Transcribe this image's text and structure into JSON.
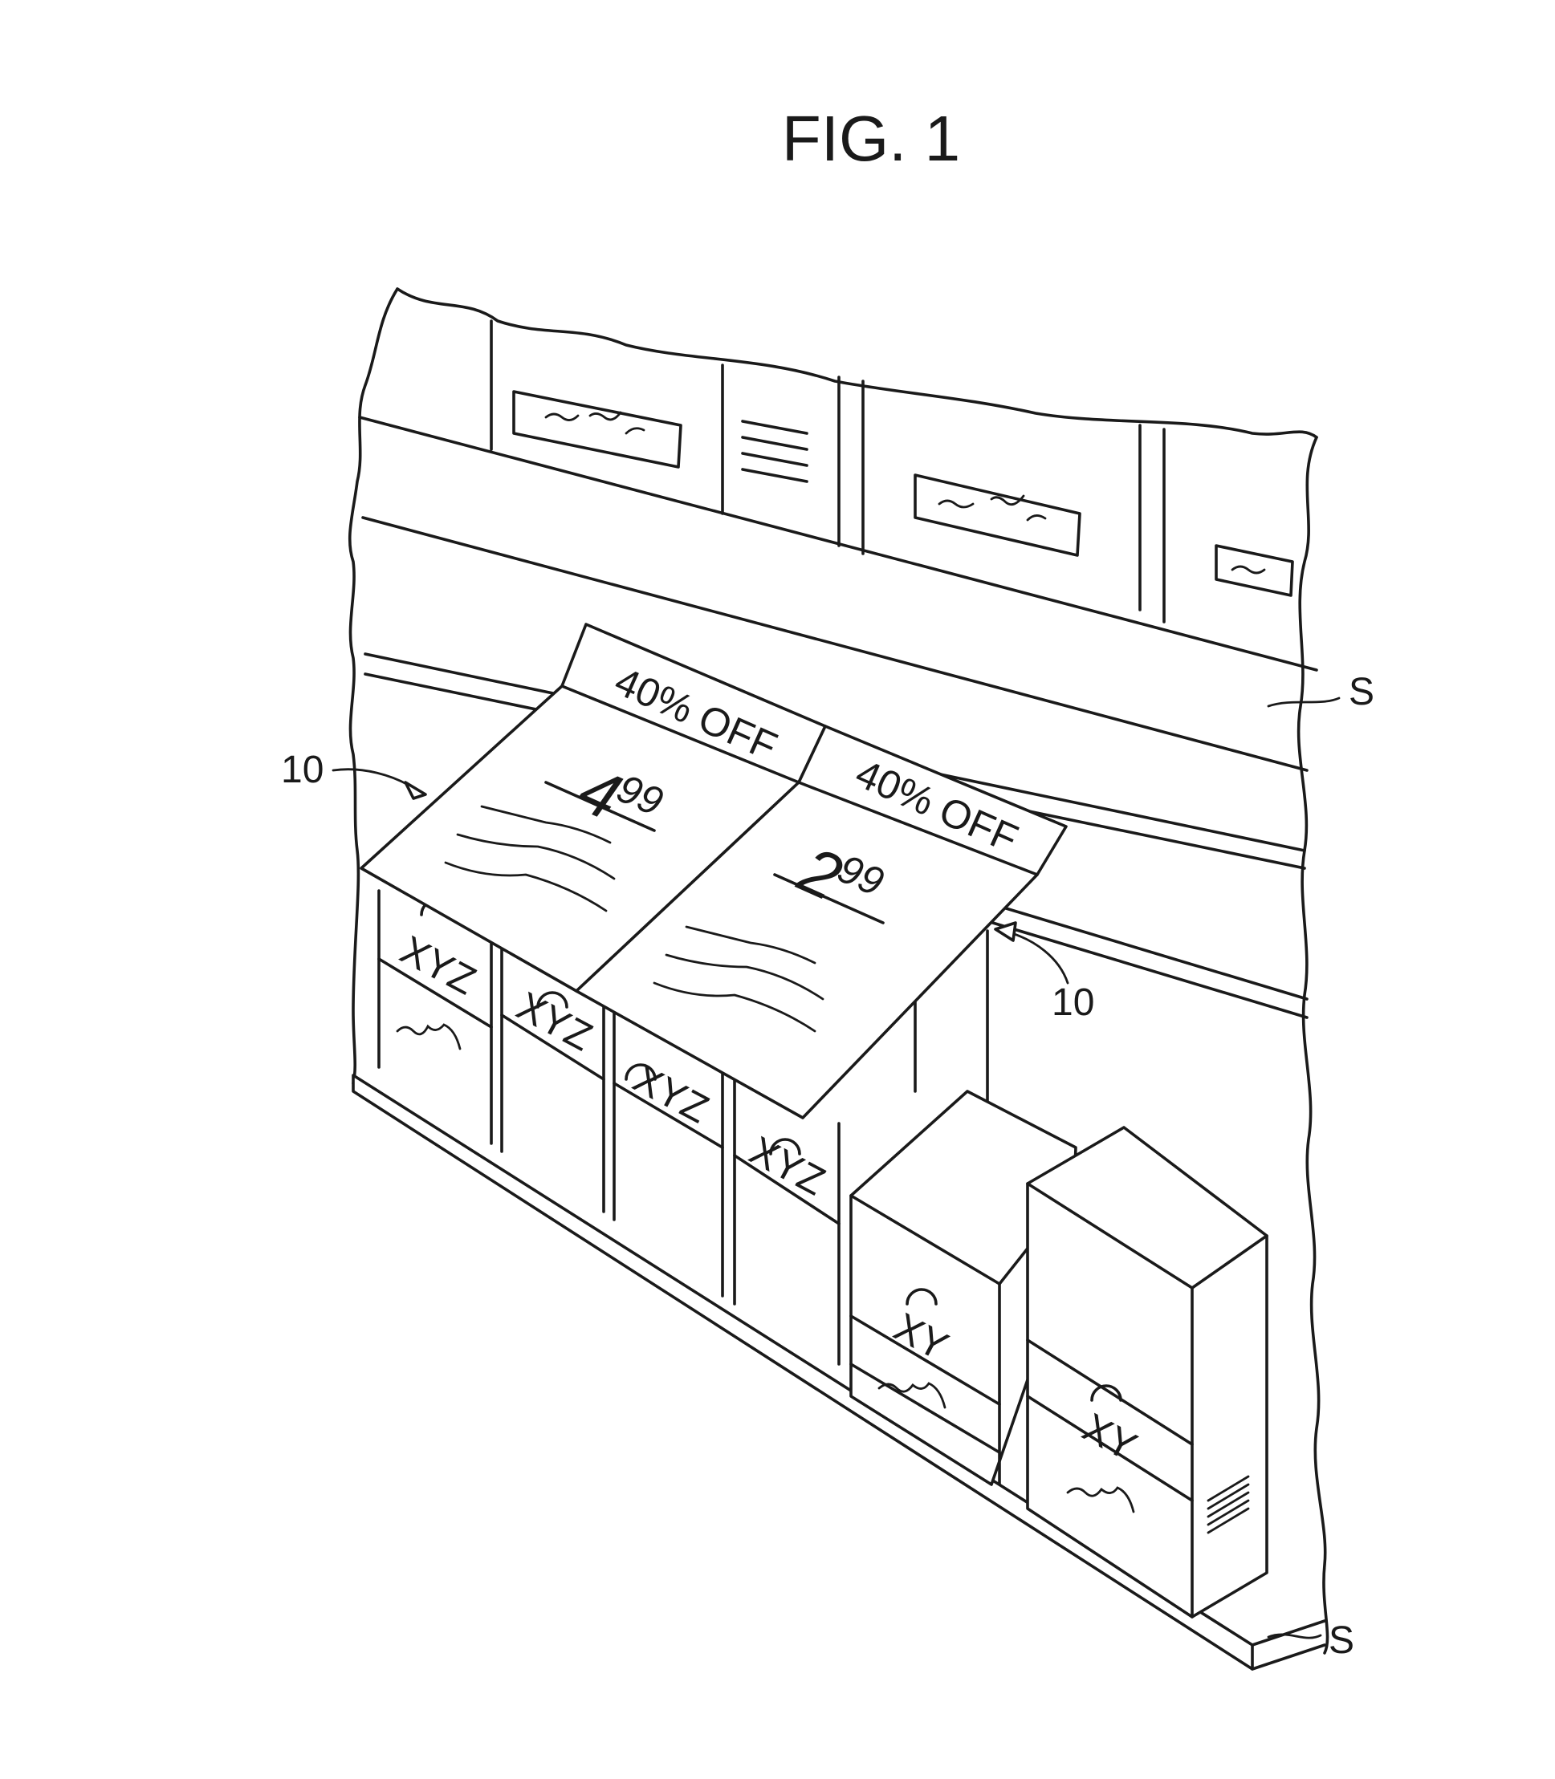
{
  "figure": {
    "title": "FIG. 1",
    "reference_labels": {
      "sign_left": "10",
      "sign_right": "10",
      "shelf_upper": "S",
      "shelf_lower": "S"
    }
  },
  "signs": [
    {
      "banner": "40% OFF",
      "price_main": "4",
      "price_cents": "99"
    },
    {
      "banner": "40% OFF",
      "price_main": "2",
      "price_cents": "99"
    }
  ],
  "products": {
    "back_row_labels": [
      "XYZ",
      "XYZ",
      "XYZ",
      "XYZ"
    ],
    "front_boxes": [
      "XY",
      "XY"
    ]
  }
}
